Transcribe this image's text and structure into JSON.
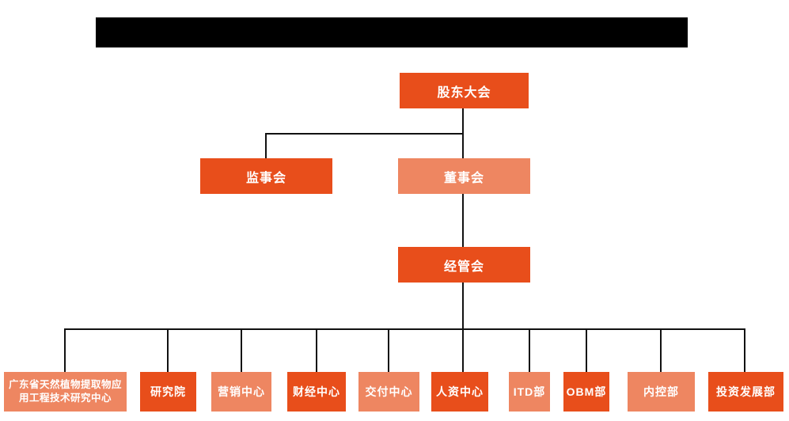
{
  "colors": {
    "primary_orange": "#E84E1B",
    "light_orange": "#EE8661",
    "connector_line": "#111111",
    "redaction_bar": "#000000",
    "box_text": "#FFFFFF",
    "background": "#FFFFFF"
  },
  "org": {
    "level1": {
      "shareholders_label": "股东大会"
    },
    "level2": {
      "supervisors_label": "监事会",
      "directors_label": "董事会"
    },
    "level3": {
      "management_label": "经管会"
    },
    "departments": [
      {
        "id": "research-center",
        "label": "广东省天然植物提取物应用工程技术研究中心",
        "lines": [
          "广东省天然植物提取物应",
          "用工程技术研究中心"
        ],
        "color": "light"
      },
      {
        "id": "research-institute",
        "label": "研究院",
        "color": "bright"
      },
      {
        "id": "marketing-center",
        "label": "营销中心",
        "color": "light"
      },
      {
        "id": "finance-center",
        "label": "财经中心",
        "color": "bright"
      },
      {
        "id": "delivery-center",
        "label": "交付中心",
        "color": "light"
      },
      {
        "id": "hr-center",
        "label": "人资中心",
        "color": "bright"
      },
      {
        "id": "itd-dept",
        "label": "ITD部",
        "color": "light"
      },
      {
        "id": "obm-dept",
        "label": "OBM部",
        "color": "bright"
      },
      {
        "id": "internal-control-dept",
        "label": "内控部",
        "color": "light"
      },
      {
        "id": "investment-development-dept",
        "label": "投资发展部",
        "color": "bright"
      }
    ]
  }
}
